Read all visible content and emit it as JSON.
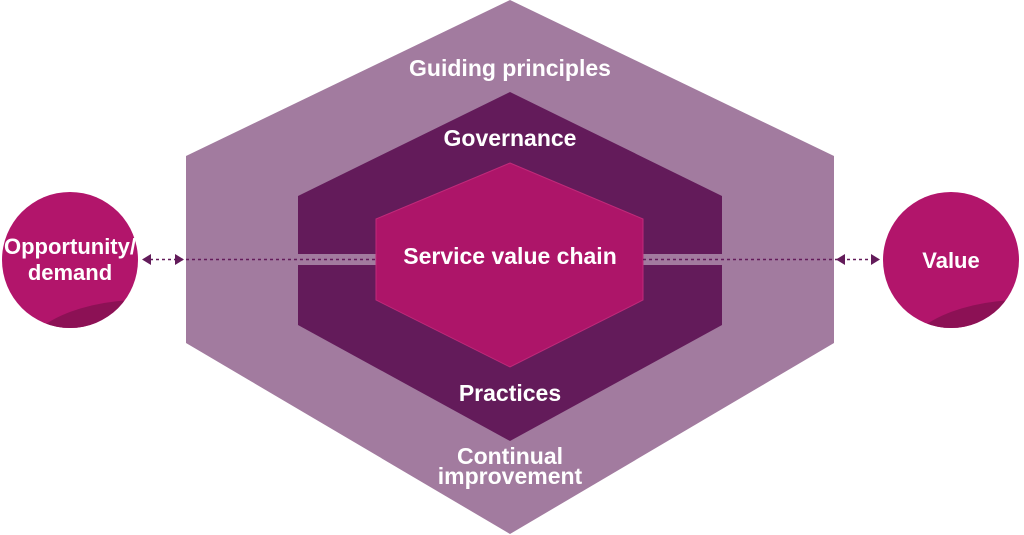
{
  "diagram": {
    "outer_layer": "Guiding principles",
    "second_layer": "Governance",
    "core": "Service value chain",
    "third_layer": "Practices",
    "fourth_layer_line1": "Continual",
    "fourth_layer_line2": "improvement",
    "input_line1": "Opportunity/",
    "input_line2": "demand",
    "output": "Value"
  },
  "colors": {
    "outer_hex": "#a27b9f",
    "inner_hex": "#631b5a",
    "core_hex": "#ad1569",
    "circle_light": "#b2156b",
    "circle_dark": "#8c1155",
    "connector": "#631b5a",
    "text": "#ffffff"
  }
}
